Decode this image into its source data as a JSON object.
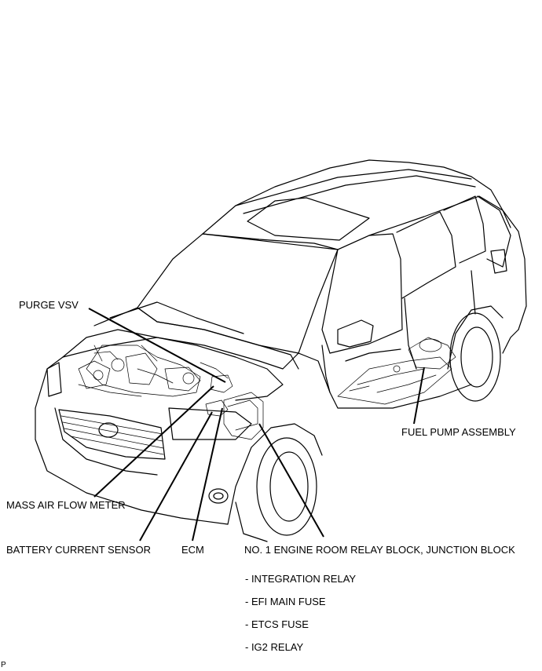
{
  "labels": {
    "purge_vsv": "PURGE VSV",
    "fuel_pump_assembly": "FUEL PUMP ASSEMBLY",
    "mass_air_flow_meter": "MASS AIR FLOW METER",
    "battery_current_sensor": "BATTERY CURRENT SENSOR",
    "ecm": "ECM",
    "relay_block": "NO. 1 ENGINE ROOM RELAY BLOCK, JUNCTION BLOCK",
    "relay_block_items": [
      "- INTEGRATION RELAY",
      "- EFI MAIN FUSE",
      "- ETCS FUSE",
      "- IG2 RELAY"
    ]
  },
  "corner_mark": "P"
}
